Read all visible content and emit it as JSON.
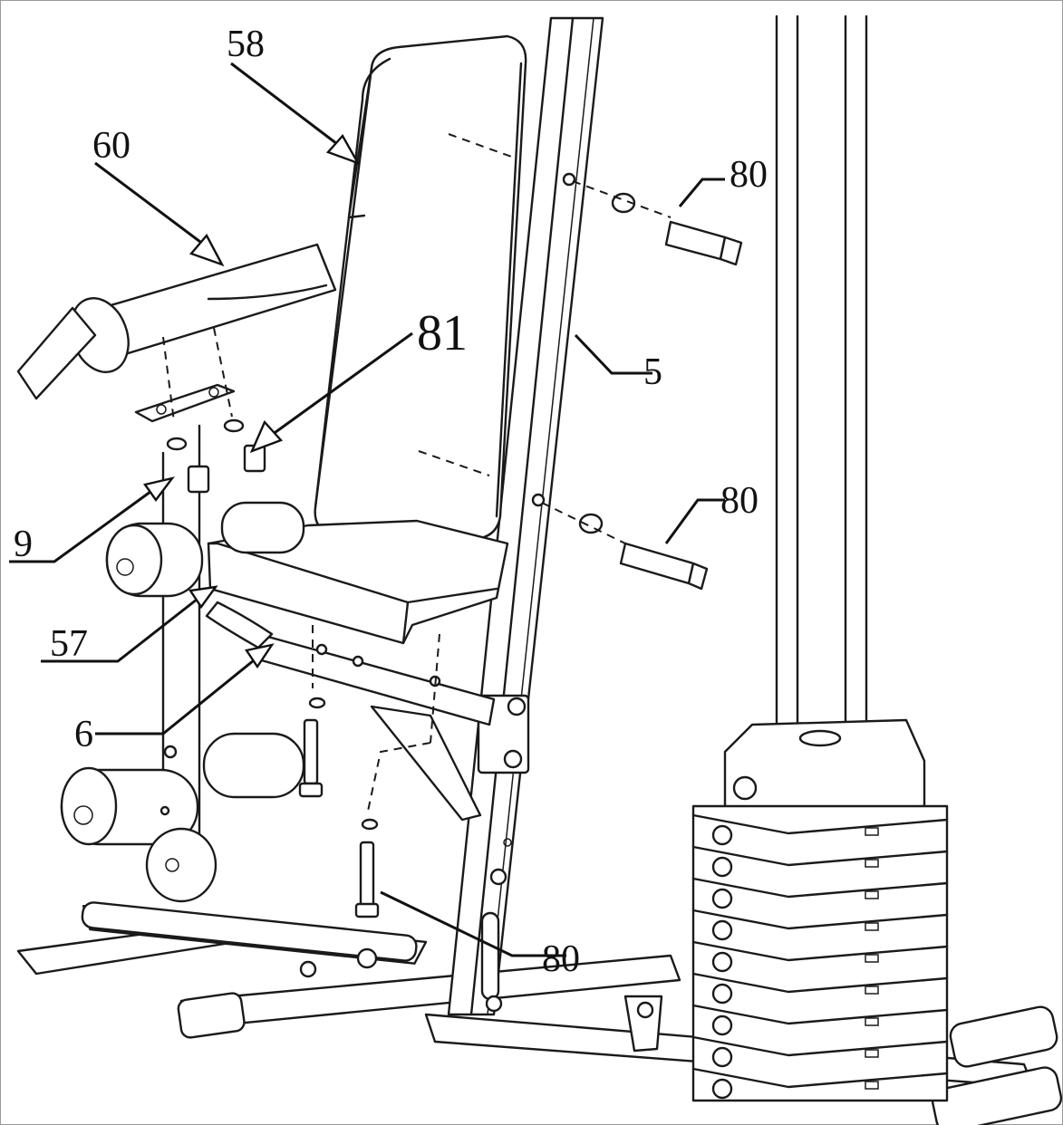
{
  "diagram": {
    "parts": [
      {
        "id": "p58",
        "label": "58",
        "name": "backrest-pad"
      },
      {
        "id": "p60",
        "label": "60",
        "name": "leg-extension-tube"
      },
      {
        "id": "p80a",
        "label": "80",
        "name": "bolt-upper"
      },
      {
        "id": "p81",
        "label": "81",
        "name": "pad-bolts"
      },
      {
        "id": "p5",
        "label": "5",
        "name": "upright-post"
      },
      {
        "id": "p80b",
        "label": "80",
        "name": "bolt-middle"
      },
      {
        "id": "p9",
        "label": "9",
        "name": "leg-post"
      },
      {
        "id": "p57",
        "label": "57",
        "name": "seat-pad"
      },
      {
        "id": "p6",
        "label": "6",
        "name": "seat-frame"
      },
      {
        "id": "p80c",
        "label": "80",
        "name": "bolt-lower"
      }
    ]
  }
}
